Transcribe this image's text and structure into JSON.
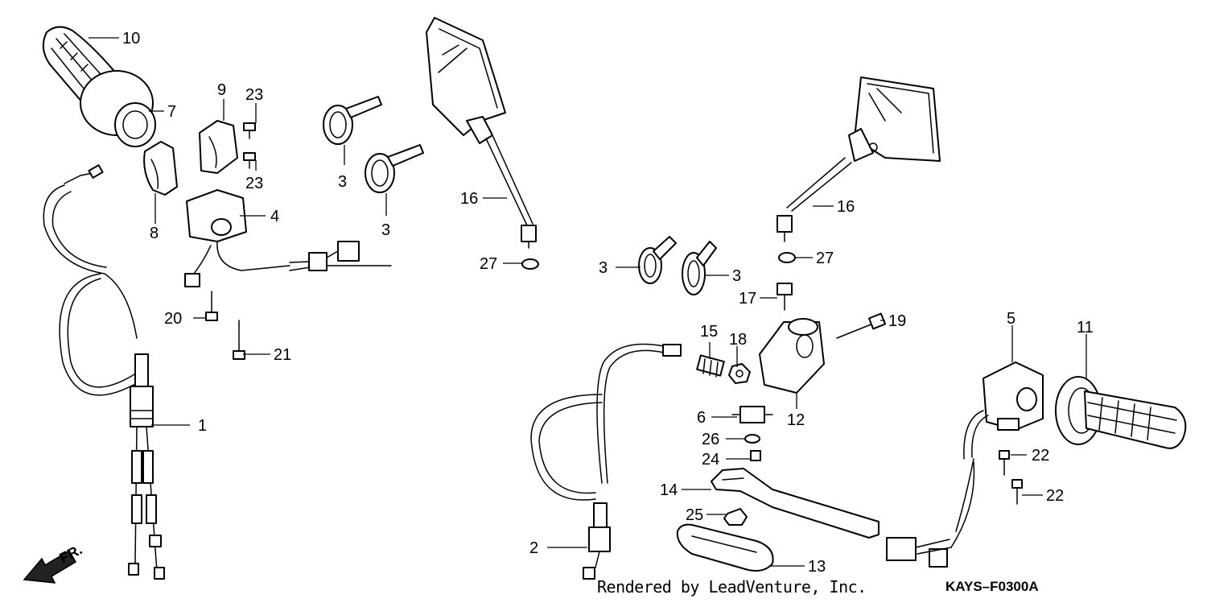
{
  "footer": {
    "credit": "Rendered by LeadVenture, Inc.",
    "diagram_code": "KAYS–F0300A"
  },
  "direction_label": "FR.",
  "callouts": [
    "1",
    "2",
    "3",
    "4",
    "5",
    "6",
    "7",
    "8",
    "9",
    "10",
    "11",
    "12",
    "13",
    "14",
    "15",
    "16",
    "17",
    "18",
    "19",
    "20",
    "21",
    "22",
    "23",
    "24",
    "25",
    "26",
    "27"
  ]
}
